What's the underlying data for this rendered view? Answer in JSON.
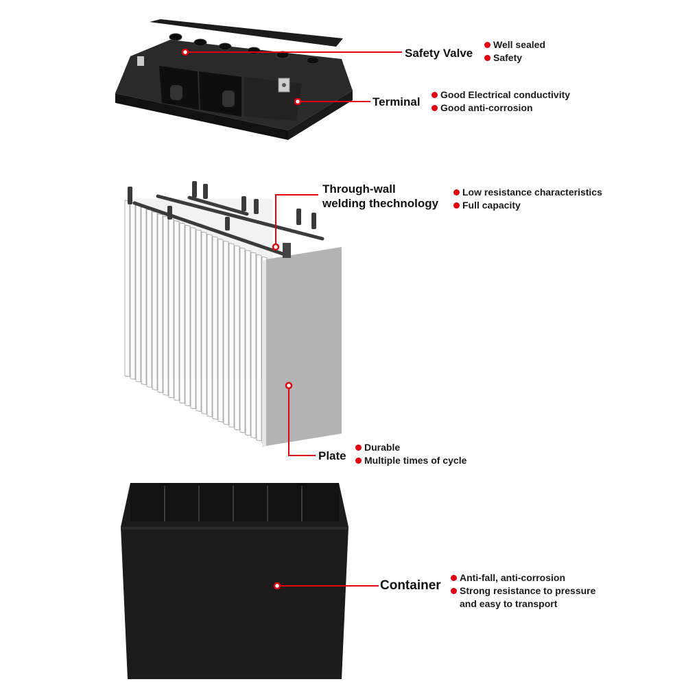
{
  "components": [
    {
      "id": "safety-valve",
      "title": "Safety Valve",
      "features": [
        "Well sealed",
        "Safety"
      ]
    },
    {
      "id": "terminal",
      "title": "Terminal",
      "features": [
        "Good Electrical conductivity",
        "Good anti-corrosion"
      ]
    },
    {
      "id": "through-wall",
      "title_line1": "Through-wall",
      "title_line2": "welding thechnology",
      "features": [
        "Low resistance characteristics",
        "Full capacity"
      ]
    },
    {
      "id": "plate",
      "title": "Plate",
      "features": [
        "Durable",
        "Multiple times of cycle"
      ]
    },
    {
      "id": "container",
      "title": "Container",
      "features": [
        "Anti-fall, anti-corrosion",
        "Strong resistance to pressure"
      ],
      "feature_continuation": "and easy to transport"
    }
  ],
  "colors": {
    "accent": "#e0000f",
    "body": "#1b1b1b",
    "plate": "#b3b3b3"
  }
}
